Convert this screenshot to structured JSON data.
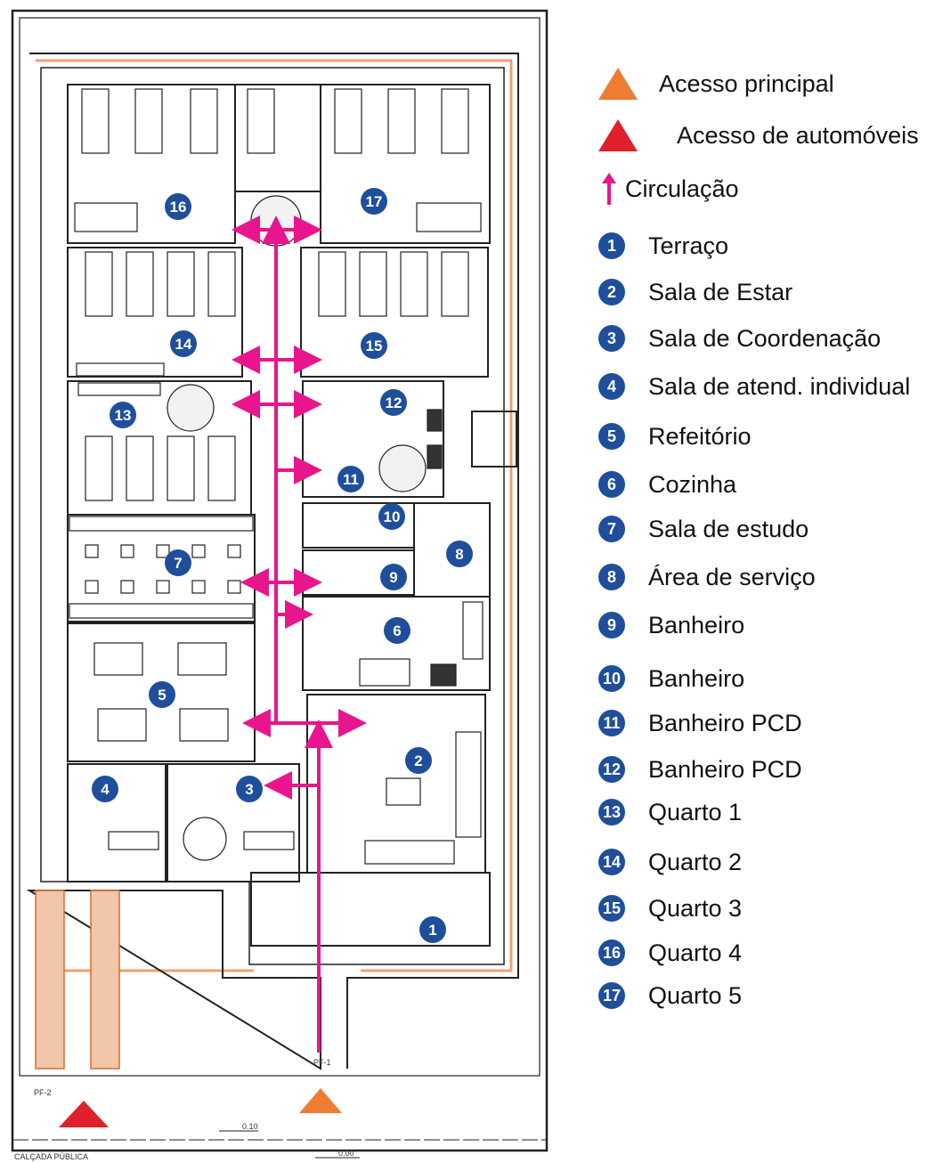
{
  "legend": {
    "access_main": {
      "label": "Acesso principal",
      "color": "#f07c34"
    },
    "access_cars": {
      "label": "Acesso de automóveis",
      "color": "#e0202a"
    },
    "circulation": {
      "label": "Circulação",
      "color": "#e8158c"
    },
    "rooms": [
      {
        "num": "1",
        "label": "Terraço"
      },
      {
        "num": "2",
        "label": "Sala de Estar"
      },
      {
        "num": "3",
        "label": "Sala de Coordenação"
      },
      {
        "num": "4",
        "label": "Sala de atend. individual"
      },
      {
        "num": "5",
        "label": "Refeitório"
      },
      {
        "num": "6",
        "label": "Cozinha"
      },
      {
        "num": "7",
        "label": "Sala de estudo"
      },
      {
        "num": "8",
        "label": "Área de serviço"
      },
      {
        "num": "9",
        "label": "Banheiro"
      },
      {
        "num": "10",
        "label": "Banheiro"
      },
      {
        "num": "11",
        "label": "Banheiro PCD"
      },
      {
        "num": "12",
        "label": "Banheiro PCD"
      },
      {
        "num": "13",
        "label": "Quarto 1"
      },
      {
        "num": "14",
        "label": "Quarto 2"
      },
      {
        "num": "15",
        "label": "Quarto 3"
      },
      {
        "num": "16",
        "label": "Quarto 4"
      },
      {
        "num": "17",
        "label": "Quarto 5"
      }
    ]
  },
  "plan": {
    "street_label": "CALÇADA PÚBLICA",
    "level_upper": "0.10",
    "level_lower": "0.00",
    "gate_1": "PF-1",
    "gate_2": "PF-2",
    "marker_color": "#1f4f9a",
    "wall_color": "#222222",
    "boundary_color": "#f0a070"
  }
}
